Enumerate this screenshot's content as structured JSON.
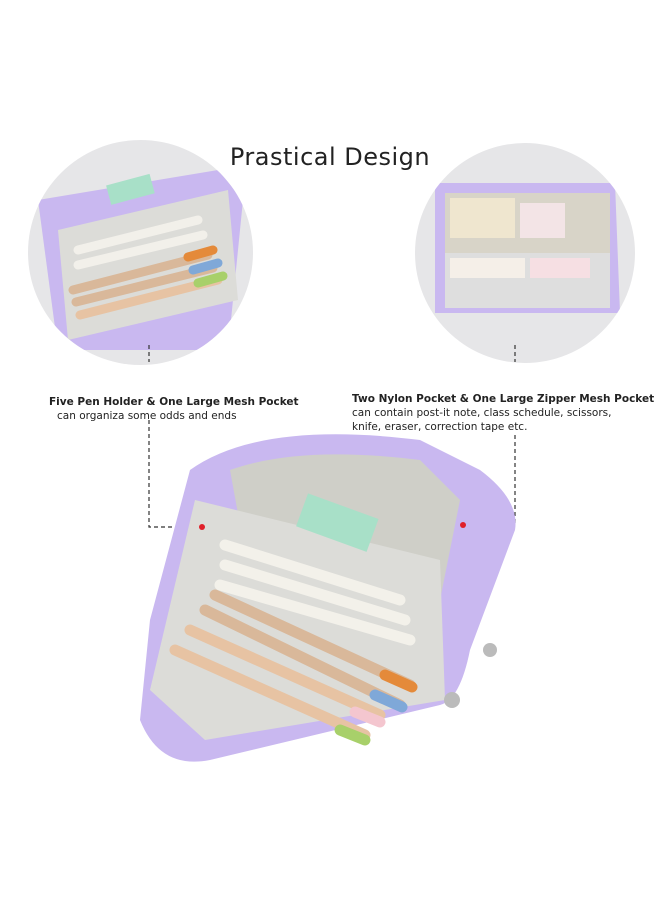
{
  "title": "Prastical Design",
  "left_feature": {
    "heading": "Five Pen Holder & One Large Mesh Pocket",
    "description": "can organiza some odds and ends"
  },
  "right_feature": {
    "heading": "Two Nylon Pocket & One Large Zipper Mesh Pocket",
    "description_line1": "can contain post-it note, class schedule, scissors,",
    "description_line2": "knife, eraser, correction tape etc."
  },
  "colors": {
    "pouch": "#c9b8f0",
    "lining": "#dcdcd8",
    "marker_dot": "#e0202a"
  }
}
